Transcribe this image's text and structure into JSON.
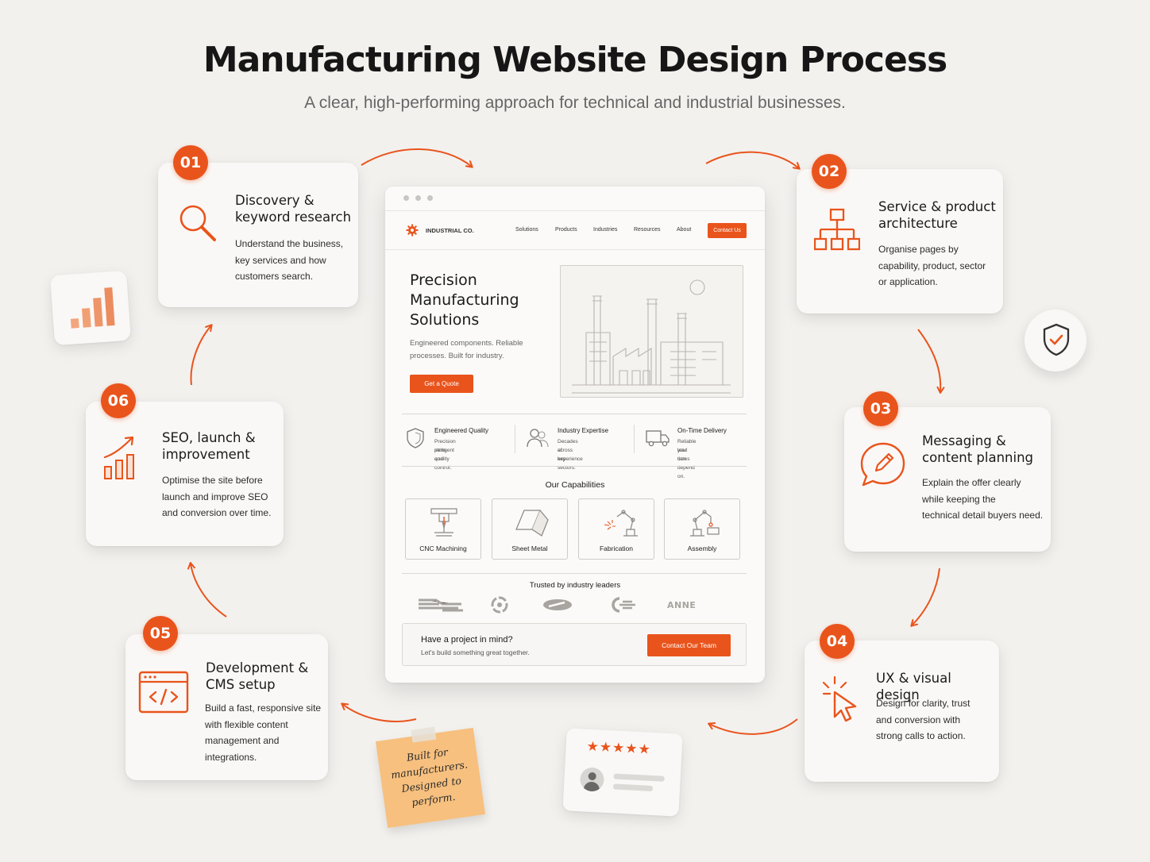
{
  "header": {
    "title": "Manufacturing Website Design Process",
    "subtitle": "A clear, high-performing approach for technical and industrial businesses."
  },
  "colors": {
    "accent": "#e9541c",
    "background": "#f3f1ee",
    "card": "#faf8f6",
    "sticky_note": "#f7c07f"
  },
  "steps": [
    {
      "number": "01",
      "title_line1": "Discovery &",
      "title_line2": "keyword research",
      "desc": [
        "Understand the business,",
        "key services and how",
        "customers search."
      ],
      "icon": "search-icon"
    },
    {
      "number": "02",
      "title_line1": "Service & product",
      "title_line2": "architecture",
      "desc": [
        "Organise pages by",
        "capability, product, sector",
        "or application."
      ],
      "icon": "sitemap-icon"
    },
    {
      "number": "03",
      "title_line1": "Messaging &",
      "title_line2": "content planning",
      "desc": [
        "Explain the offer clearly",
        "while keeping the",
        "technical detail buyers need."
      ],
      "icon": "chat-pencil-icon"
    },
    {
      "number": "04",
      "title_line1": "UX & visual design",
      "title_line2": "",
      "desc": [
        "Design for clarity, trust",
        "and conversion with",
        "strong calls to action."
      ],
      "icon": "cursor-click-icon"
    },
    {
      "number": "05",
      "title_line1": "Development &",
      "title_line2": "CMS setup",
      "desc": [
        "Build a fast, responsive site",
        "with flexible content",
        "management and",
        "integrations."
      ],
      "icon": "code-window-icon"
    },
    {
      "number": "06",
      "title_line1": "SEO, launch &",
      "title_line2": "improvement",
      "desc": [
        "Optimise the site before",
        "launch and improve SEO",
        "and conversion over time."
      ],
      "icon": "growth-chart-icon"
    }
  ],
  "mockup": {
    "brand": "INDUSTRIAL CO.",
    "nav": [
      "Solutions",
      "Products",
      "Industries",
      "Resources",
      "About"
    ],
    "nav_cta": "Contact Us",
    "hero_title_lines": [
      "Precision",
      "Manufacturing",
      "Solutions"
    ],
    "hero_sub_lines": [
      "Engineered components. Reliable",
      "processes. Built for industry."
    ],
    "hero_cta": "Get a Quote",
    "features": [
      {
        "title": "Engineered Quality",
        "lines": [
          "Precision parts and",
          "stringent quality control."
        ],
        "icon": "shield-icon"
      },
      {
        "title": "Industry Expertise",
        "lines": [
          "Decades of experience",
          "across key sectors."
        ],
        "icon": "people-icon"
      },
      {
        "title": "On-Time Delivery",
        "lines": [
          "Reliable lead times",
          "you can depend on."
        ],
        "icon": "truck-icon"
      }
    ],
    "capabilities_heading": "Our Capabilities",
    "capabilities": [
      "CNC Machining",
      "Sheet Metal",
      "Fabrication",
      "Assembly"
    ],
    "trusted_heading": "Trusted by industry leaders",
    "logo_text": "ANNE",
    "cta_title": "Have a project in mind?",
    "cta_sub": "Let's build something great together.",
    "cta_button": "Contact Our Team"
  },
  "sticky_note": {
    "lines": [
      "Built for",
      "manufacturers.",
      "Designed to",
      "perform."
    ]
  },
  "review_card": {
    "stars": 5,
    "stars_text": "★★★★★"
  }
}
